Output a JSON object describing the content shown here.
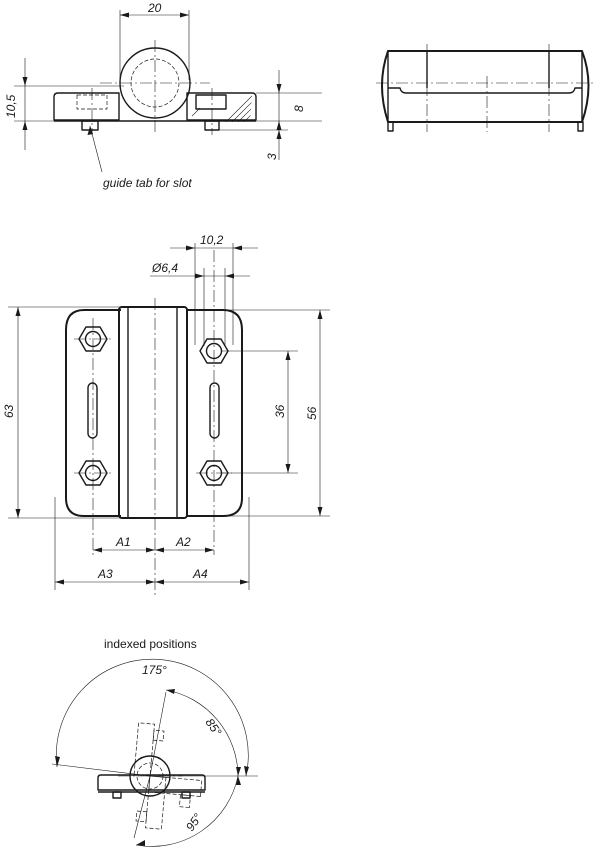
{
  "labels": {
    "guide_tab": "guide tab for slot",
    "indexed_positions": "indexed positions"
  },
  "dimensions": {
    "d_20": "20",
    "d_10_5": "10,5",
    "d_8": "8",
    "d_3": "3",
    "d_10_2": "10,2",
    "d_6_4": "Ø6,4",
    "d_63": "63",
    "d_56": "56",
    "d_36": "36",
    "a1": "A1",
    "a2": "A2",
    "a3": "A3",
    "a4": "A4",
    "ang_175": "175°",
    "ang_85": "85°",
    "ang_95": "95°"
  }
}
